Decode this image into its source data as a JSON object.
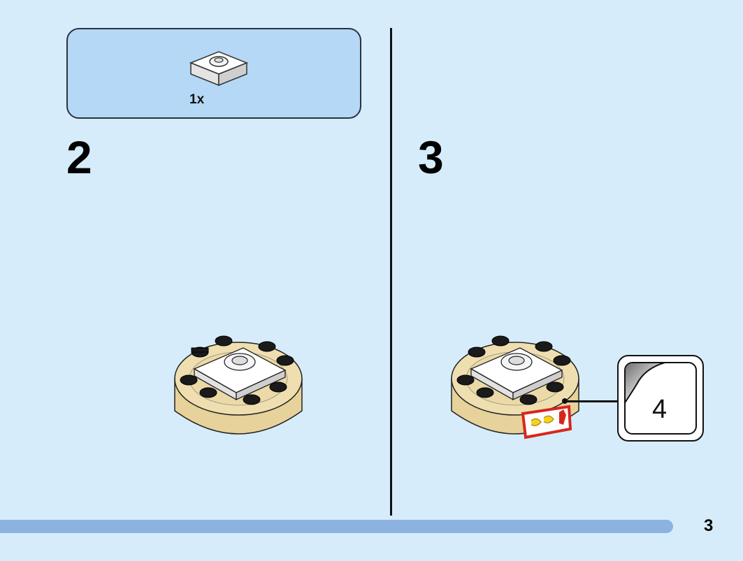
{
  "parts_list": {
    "quantity": "1x",
    "part_icon": "white-2x2-jumper-plate-icon"
  },
  "steps": [
    {
      "number": "2",
      "model_icon": "tan-round-brick-with-plate-icon"
    },
    {
      "number": "3",
      "model_icon": "tan-round-brick-with-sticker-icon"
    }
  ],
  "sticker": {
    "number": "4",
    "icon": "sticker-peel-icon"
  },
  "page": {
    "number": "3",
    "progress": 0.906
  },
  "colors": {
    "background": "#d6ecfb",
    "parts_box": "#b4d8f5",
    "progress_bar": "#8cb3e0",
    "tan": "#e6d29a",
    "stud": "#1a1a1a",
    "plate": "#ffffff",
    "sticker_red": "#d8261c",
    "sticker_yellow": "#f5d320"
  }
}
